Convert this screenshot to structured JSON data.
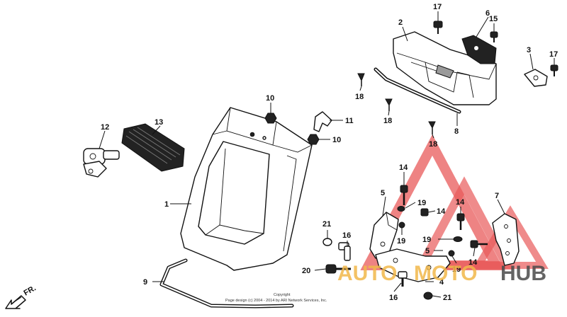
{
  "labels": [
    {
      "id": "1",
      "text": "1"
    },
    {
      "id": "2",
      "text": "2"
    },
    {
      "id": "3",
      "text": "3"
    },
    {
      "id": "4",
      "text": "4"
    },
    {
      "id": "5a",
      "text": "5"
    },
    {
      "id": "5b",
      "text": "5"
    },
    {
      "id": "6",
      "text": "6"
    },
    {
      "id": "7",
      "text": "7"
    },
    {
      "id": "8",
      "text": "8"
    },
    {
      "id": "9",
      "text": "9"
    },
    {
      "id": "10a",
      "text": "10"
    },
    {
      "id": "10b",
      "text": "10"
    },
    {
      "id": "11",
      "text": "11"
    },
    {
      "id": "12",
      "text": "12"
    },
    {
      "id": "13",
      "text": "13"
    },
    {
      "id": "14a",
      "text": "14"
    },
    {
      "id": "14b",
      "text": "14"
    },
    {
      "id": "14c",
      "text": "14"
    },
    {
      "id": "14d",
      "text": "14"
    },
    {
      "id": "15",
      "text": "15"
    },
    {
      "id": "16a",
      "text": "16"
    },
    {
      "id": "16b",
      "text": "16"
    },
    {
      "id": "17a",
      "text": "17"
    },
    {
      "id": "17b",
      "text": "17"
    },
    {
      "id": "18a",
      "text": "18"
    },
    {
      "id": "18b",
      "text": "18"
    },
    {
      "id": "18c",
      "text": "18"
    },
    {
      "id": "19a",
      "text": "19"
    },
    {
      "id": "19b",
      "text": "19"
    },
    {
      "id": "19c",
      "text": "19"
    },
    {
      "id": "19d",
      "text": "19"
    },
    {
      "id": "20",
      "text": "20"
    },
    {
      "id": "21a",
      "text": "21"
    },
    {
      "id": "21b",
      "text": "21"
    }
  ],
  "direction_label": "FR.",
  "copyright": {
    "line1": "Copyright",
    "line2": "Page design (c) 2004 - 2014 by ARI Network Services, Inc."
  },
  "watermark": {
    "part1": "AUTO",
    "part2": "MOTO",
    "part3": "HUB",
    "accent_color": "#e85a5a",
    "gold_color": "#f2b84b",
    "dark_color": "#4a4a4a"
  }
}
